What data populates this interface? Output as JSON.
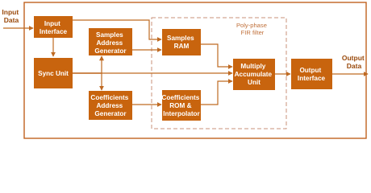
{
  "colors": {
    "block": "#c8640e",
    "frame": "#c0621f",
    "wire": "#bf6a22",
    "dashed": "#c9917a"
  },
  "io": {
    "input": [
      "Input",
      "Data"
    ],
    "output": [
      "Output",
      "Data"
    ]
  },
  "region": {
    "label": [
      "Poly-phase",
      "FIR filter"
    ]
  },
  "blocks": {
    "input_interface": [
      "Input",
      "Interface"
    ],
    "sync_unit": [
      "Sync Unit"
    ],
    "samples_address_generator": [
      "Samples",
      "Address",
      "Generator"
    ],
    "coefficients_address_generator": [
      "Coefficients",
      "Address",
      "Generator"
    ],
    "samples_ram": [
      "Samples",
      "RAM"
    ],
    "coefficients_rom": [
      "Coefficients",
      "ROM &",
      "Interpolator"
    ],
    "multiply_accumulate": [
      "Multiply",
      "Accumulate",
      "Unit"
    ],
    "output_interface": [
      "Output",
      "Interface"
    ]
  }
}
